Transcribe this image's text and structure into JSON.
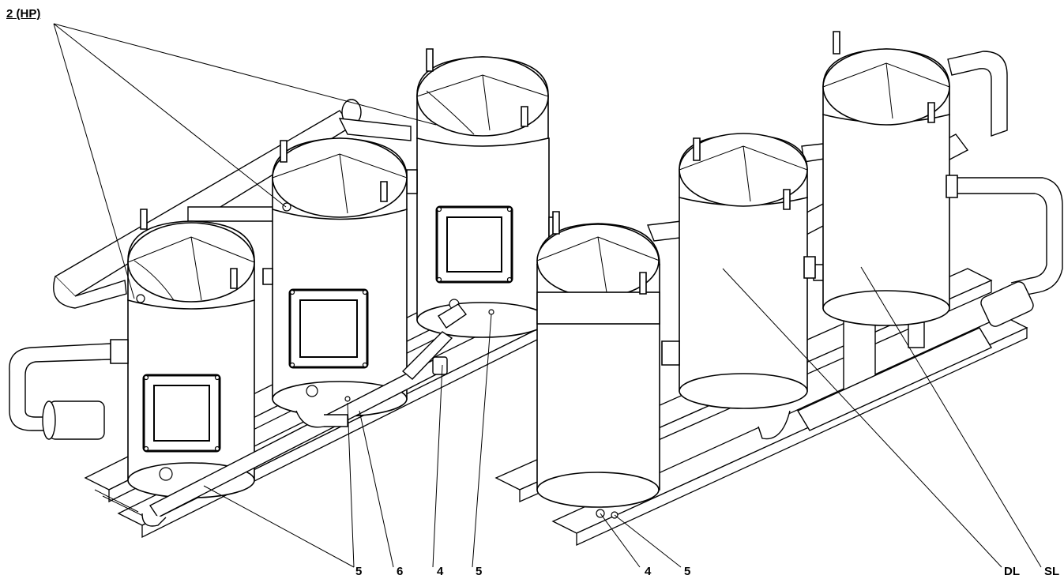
{
  "figure": {
    "callouts": {
      "hp": "2 (HP)",
      "c5a": "5",
      "c6": "6",
      "c4a": "4",
      "c5b": "5",
      "c4b": "4",
      "c5c": "5",
      "dl": "DL",
      "sl": "SL"
    },
    "components": [
      "compressor",
      "compressor",
      "compressor",
      "compressor",
      "compressor",
      "compressor"
    ]
  }
}
